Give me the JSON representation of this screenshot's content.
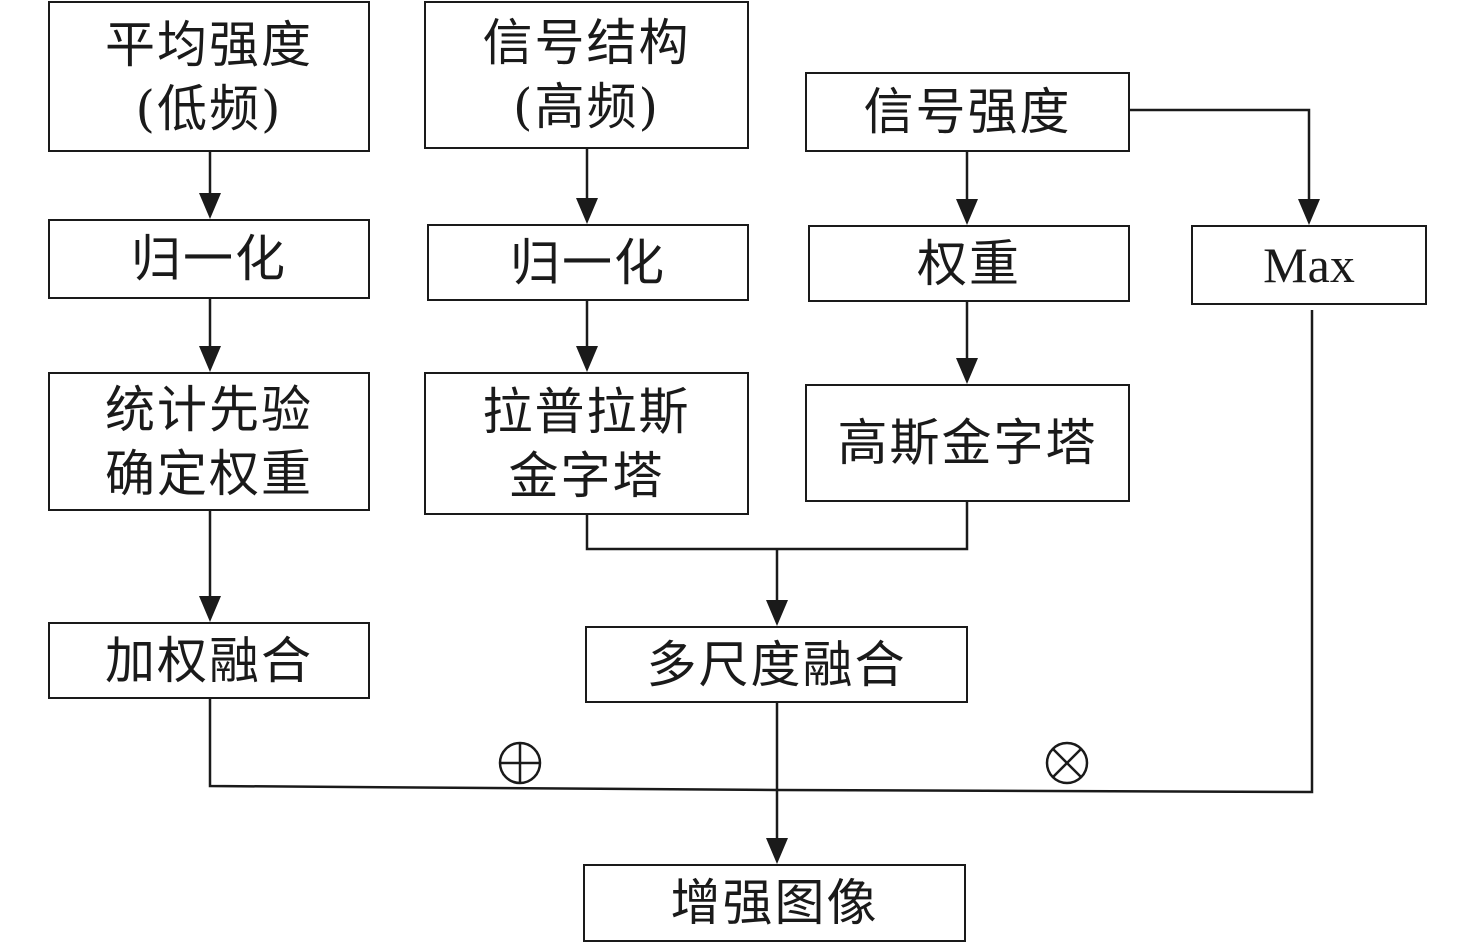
{
  "nodes": {
    "mean_intensity": {
      "lines": [
        "平均强度",
        "(低频)"
      ]
    },
    "signal_structure": {
      "lines": [
        "信号结构",
        "(高频)"
      ]
    },
    "signal_strength": {
      "lines": [
        "信号强度"
      ]
    },
    "normalize_left": {
      "lines": [
        "归一化"
      ]
    },
    "normalize_mid": {
      "lines": [
        "归一化"
      ]
    },
    "weight": {
      "lines": [
        "权重"
      ]
    },
    "max": {
      "lines": [
        "Max"
      ]
    },
    "stat_prior_weight": {
      "lines": [
        "统计先验",
        "确定权重"
      ]
    },
    "laplacian_pyramid": {
      "lines": [
        "拉普拉斯",
        "金字塔"
      ]
    },
    "gaussian_pyramid": {
      "lines": [
        "高斯金字塔"
      ]
    },
    "weighted_fusion": {
      "lines": [
        "加权融合"
      ]
    },
    "multiscale_fusion": {
      "lines": [
        "多尺度融合"
      ]
    },
    "enhanced_image": {
      "lines": [
        "增强图像"
      ]
    }
  },
  "operators": {
    "plus": "⊕",
    "times": "⊗"
  },
  "colors": {
    "line": "#1a1a1a",
    "fill": "#ffffff"
  }
}
